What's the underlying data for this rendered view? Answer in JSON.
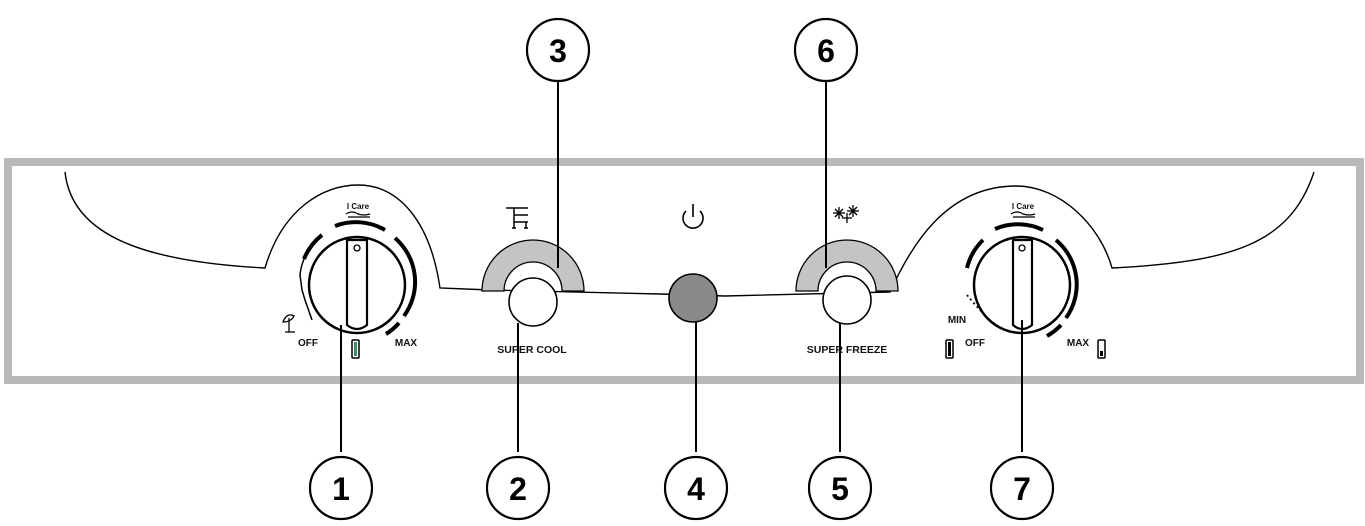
{
  "callouts": [
    {
      "id": "1",
      "label": "1"
    },
    {
      "id": "2",
      "label": "2"
    },
    {
      "id": "3",
      "label": "3"
    },
    {
      "id": "4",
      "label": "4"
    },
    {
      "id": "5",
      "label": "5"
    },
    {
      "id": "6",
      "label": "6"
    },
    {
      "id": "7",
      "label": "7"
    }
  ],
  "left_dial": {
    "icare_label": "I Care",
    "off_label": "OFF",
    "max_label": "MAX"
  },
  "super_cool": {
    "label": "SUPER COOL"
  },
  "super_freeze": {
    "label": "SUPER FREEZE"
  },
  "right_dial": {
    "icare_label": "I Care",
    "min_label": "MIN",
    "off_label": "OFF",
    "max_label": "MAX"
  },
  "icons": {
    "left_extra": "umbrella-icon",
    "super_cool": "cart-icon",
    "power": "power-icon",
    "super_freeze": "snowflake-icon"
  },
  "colors": {
    "panel_border": "#b9b9b9",
    "lamp_arc": "#c4c4c4",
    "power_button": "#8a8a8a",
    "indicator_green": "#3f8f6a"
  }
}
